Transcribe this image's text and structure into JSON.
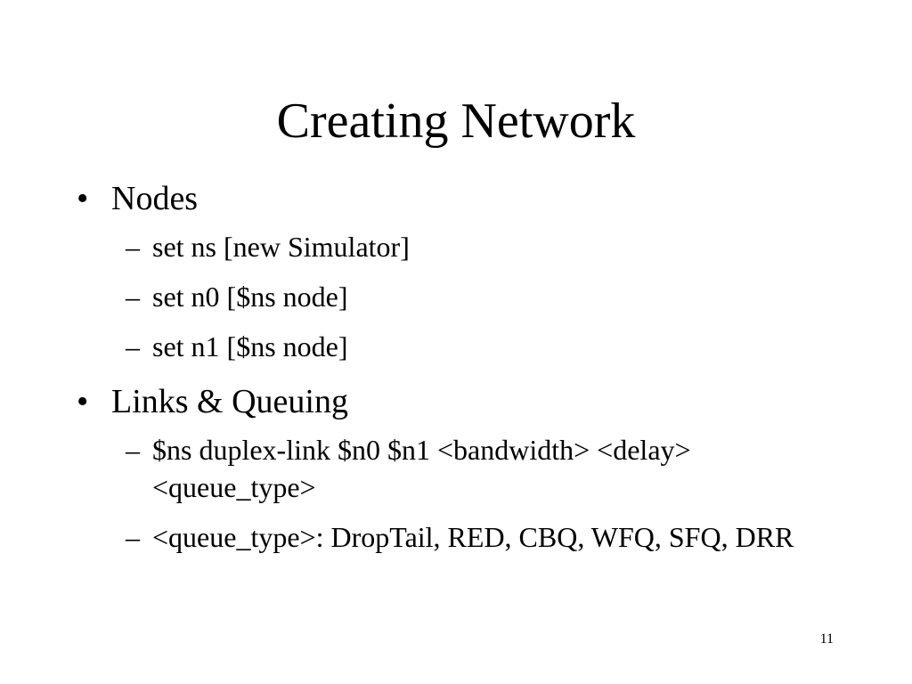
{
  "slide": {
    "title": "Creating Network",
    "page_number": "11",
    "bullet_symbol": "•",
    "dash_symbol": "–",
    "items": [
      {
        "text": "Nodes",
        "subitems": [
          "set ns [new Simulator]",
          "set n0 [$ns node]",
          "set n1 [$ns node]"
        ]
      },
      {
        "text": "Links & Queuing",
        "subitems": [
          "$ns duplex-link $n0 $n1 <bandwidth> <delay> <queue_type>",
          "<queue_type>: DropTail, RED, CBQ, WFQ, SFQ, DRR"
        ]
      }
    ]
  }
}
